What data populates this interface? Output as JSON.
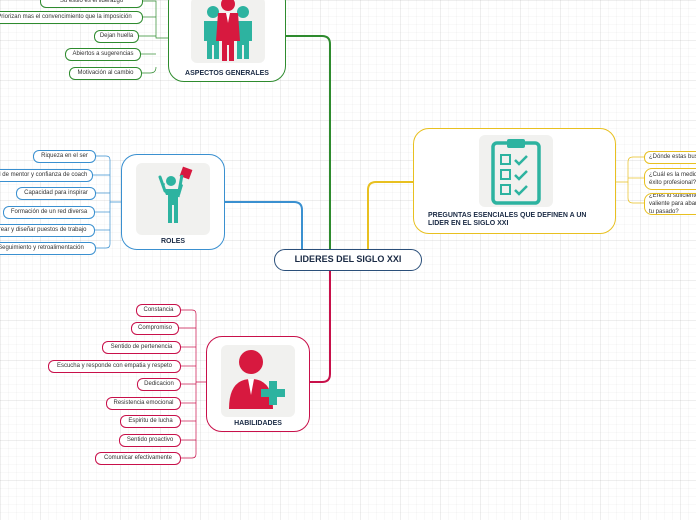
{
  "central": {
    "title": "LIDERES DEL SIGLO XXI"
  },
  "aspectos": {
    "title": "ASPECTOS GENERALES",
    "color": "#2e8b2e",
    "icon": "team-people-icon",
    "items": [
      "Su estilo es el liderazgo",
      "Priorizan mas el convencimiento que la imposición",
      "Dejan huella",
      "Abiertos a sugerencias",
      "Motivación al cambio"
    ]
  },
  "roles": {
    "title": "ROLES",
    "color": "#3a90d0",
    "icon": "person-with-flag-icon",
    "items": [
      "Riqueza en el ser",
      "Rol de mentor y confianza de coach",
      "Capacidad para inspirar",
      "Formación de un red diversa",
      "Crear y diseñar puestos de trabajo",
      "Seguimiento y retroalimentación"
    ]
  },
  "habilidades": {
    "title": "HABILIDADES",
    "color": "#c8104a",
    "icon": "person-plus-icon",
    "items": [
      "Constancia",
      "Compromiso",
      "Sentido de pertenencia",
      "Escucha y responde con empatia y respeto",
      "Dedicacion",
      "Resistencia emocional",
      "Espiritu de lucha",
      "Sentido proactivo",
      "Comunicar efectivamente"
    ]
  },
  "preguntas": {
    "title": "PREGUNTAS ESENCIALES QUE DEFINEN A UN LIDER EN EL SIGLO XXI",
    "color": "#e8c020",
    "icon": "clipboard-checklist-icon",
    "items": [
      "¿Dónde estas buscando?",
      "¿Cuál es la medida de tu éxito profesional?",
      "¿Eres lo suficientemente valiente para abandonar tu pasado?"
    ]
  }
}
